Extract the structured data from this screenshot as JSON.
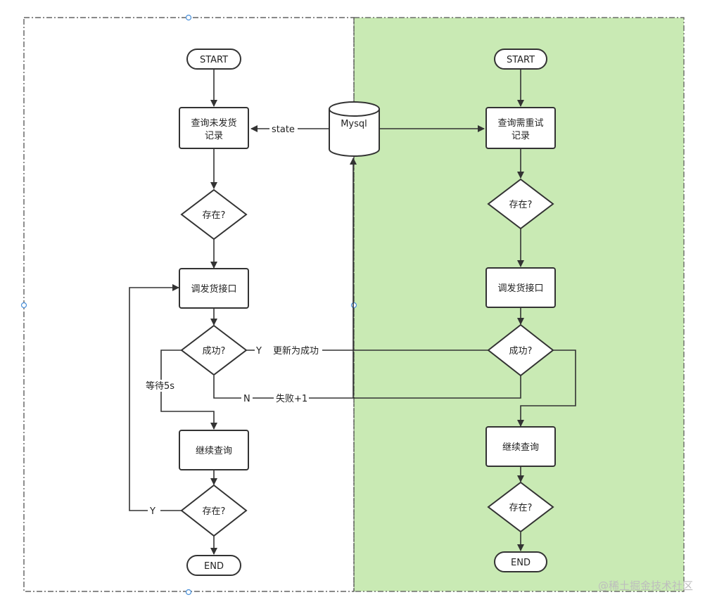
{
  "colors": {
    "right_panel_fill": "#c9eab4",
    "stroke": "#333333",
    "dash_border": "#444444",
    "handle": "#4a90d9"
  },
  "db": {
    "label": "Mysql"
  },
  "left": {
    "start": "START",
    "query": [
      "查询未发货",
      "记录"
    ],
    "exists1": "存在?",
    "call": "调发货接口",
    "success": "成功?",
    "continue": "继续查询",
    "exists2": "存在?",
    "end": "END"
  },
  "right": {
    "start": "START",
    "query": [
      "查询需重试",
      "记录"
    ],
    "exists1": "存在?",
    "call": "调发货接口",
    "success": "成功?",
    "continue": "继续查询",
    "exists2": "存在?",
    "end": "END"
  },
  "edge_labels": {
    "state": "state",
    "yes_update": "Y",
    "update_success": "更新为成功",
    "wait": "等待5s",
    "no": "N",
    "fail_plus": "失败+1",
    "yes_loop": "Y"
  },
  "watermark": "@稀土掘金技术社区"
}
